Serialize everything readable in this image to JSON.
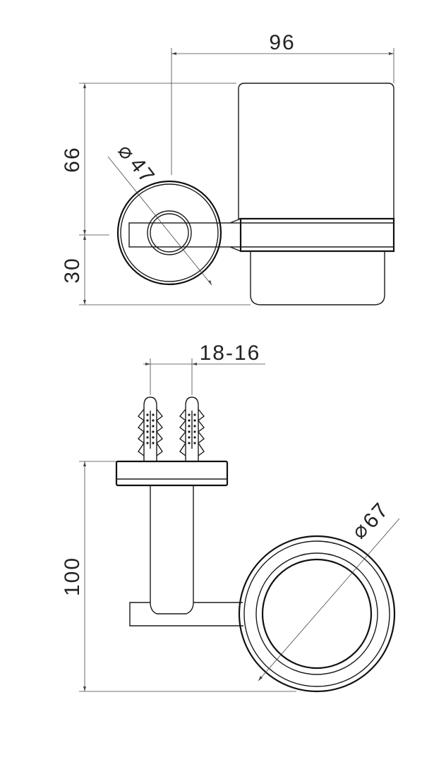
{
  "top_view": {
    "width_label": "96",
    "upper_height_label": "66",
    "lower_height_label": "30",
    "base_diameter_label": "47"
  },
  "front_view": {
    "plug_spacing_label": "18-16",
    "height_label": "100",
    "ring_diameter_label": "67"
  },
  "diameter_symbol": "⌀",
  "colors": {
    "line": "#1a1a1a",
    "dimension": "#444444",
    "background": "#ffffff"
  }
}
